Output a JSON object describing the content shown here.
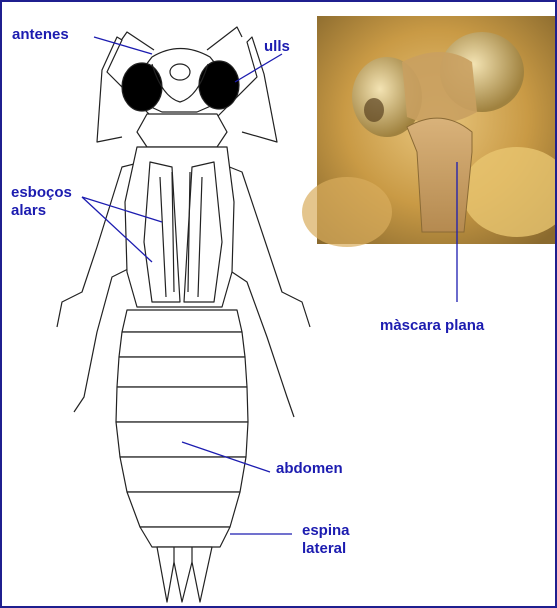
{
  "labels": {
    "antenes": "antenes",
    "ulls": "ulls",
    "esbocos_line1": "esboços",
    "esbocos_line2": "alars",
    "mascara": "màscara plana",
    "abdomen": "abdomen",
    "espina_line1": "espina",
    "espina_line2": "lateral"
  },
  "colors": {
    "label_text": "#1c1cb0",
    "leader_line": "#1c1cb0",
    "outline": "#222222",
    "frame": "#1f1f8f"
  }
}
